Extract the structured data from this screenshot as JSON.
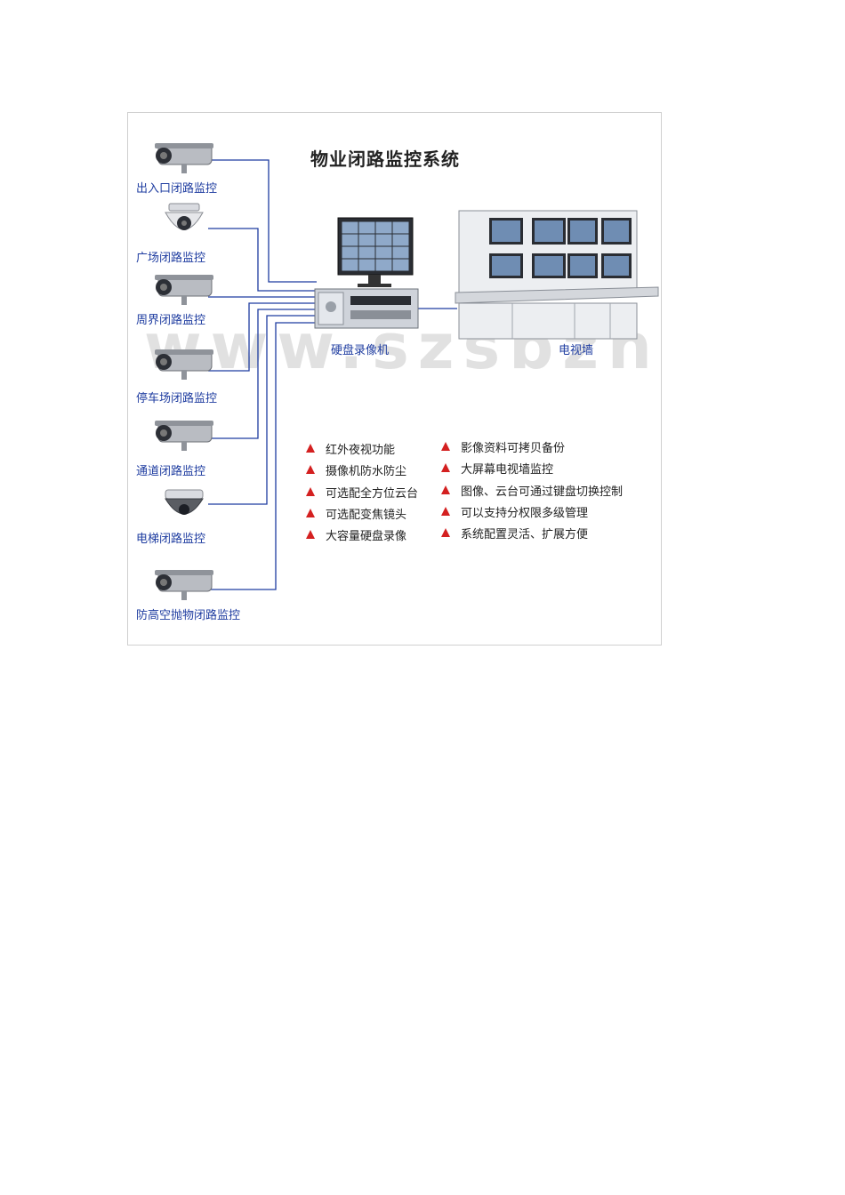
{
  "diagram": {
    "title": "物业闭路监控系统",
    "watermark": "www.szsbzn.cn",
    "cameras": [
      {
        "label": "出入口闭路监控",
        "icon": "bullet-camera-icon"
      },
      {
        "label": "广场闭路监控",
        "icon": "dome-camera-icon"
      },
      {
        "label": "周界闭路监控",
        "icon": "bullet-camera-icon"
      },
      {
        "label": "停车场闭路监控",
        "icon": "bullet-camera-icon"
      },
      {
        "label": "通道闭路监控",
        "icon": "bullet-camera-icon"
      },
      {
        "label": "电梯闭路监控",
        "icon": "dome-camera-icon"
      },
      {
        "label": "防高空抛物闭路监控",
        "icon": "bullet-camera-icon"
      }
    ],
    "dvr_label": "硬盘录像机",
    "tvwall_label": "电视墙",
    "features_left": [
      "红外夜视功能",
      "摄像机防水防尘",
      "可选配全方位云台",
      "可选配变焦镜头",
      "大容量硬盘录像"
    ],
    "features_right": [
      "影像资料可拷贝备份",
      "大屏幕电视墙监控",
      "图像、云台可通过键盘切换控制",
      "可以支持分权限多级管理",
      "系统配置灵活、扩展方便"
    ],
    "colors": {
      "wire": "#1e3ca0",
      "label": "#1e3ca0",
      "bullet": "#d42020"
    }
  }
}
